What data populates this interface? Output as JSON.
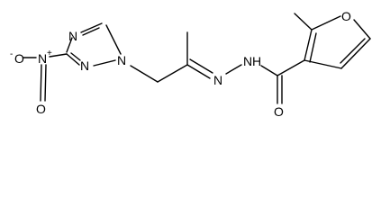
{
  "structure": {
    "atoms": {
      "nitro_o_left": "O",
      "nitro_o_left_charge": "-",
      "nitro_n": "N",
      "nitro_n_charge": "+",
      "nitro_o_bottom": "O",
      "triazole_n_top": "N",
      "triazole_n_left": "N",
      "triazole_n1": "N",
      "hydrazone_n": "N",
      "hydrazide_n": "N",
      "hydrazide_h": "H",
      "carbonyl_o": "O",
      "furan_o": "O"
    },
    "bond_color": "#000000",
    "background": "#ffffff"
  }
}
